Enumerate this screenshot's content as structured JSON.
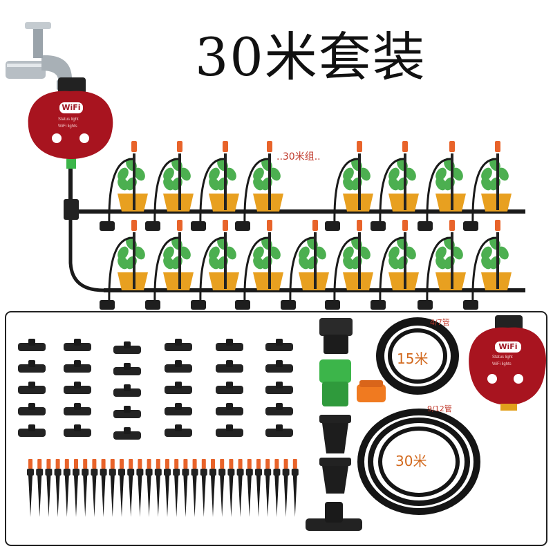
{
  "title": "30米套装",
  "group_label": "..30米组..",
  "timer": {
    "wifi_label": "WiFi",
    "status_text": "Status light",
    "wifi_lights_text": "WiFi lights"
  },
  "kit": {
    "hose_small": {
      "size_tag": "4/7管",
      "length": "15米"
    },
    "hose_large": {
      "size_tag": "9/12管",
      "length": "30米"
    }
  },
  "colors": {
    "timer_body": "#a8141f",
    "pipe": "#1a1a1a",
    "pot": "#e8a020",
    "leaf": "#4caf50",
    "dripper_tip": "#e8632a",
    "connector_green": "#3cb54a",
    "adapter_orange": "#f07a20"
  },
  "icons": [
    "faucet-icon",
    "wifi-timer",
    "dripper-stake",
    "tee-connector",
    "hose-coil",
    "hose-adapter"
  ]
}
